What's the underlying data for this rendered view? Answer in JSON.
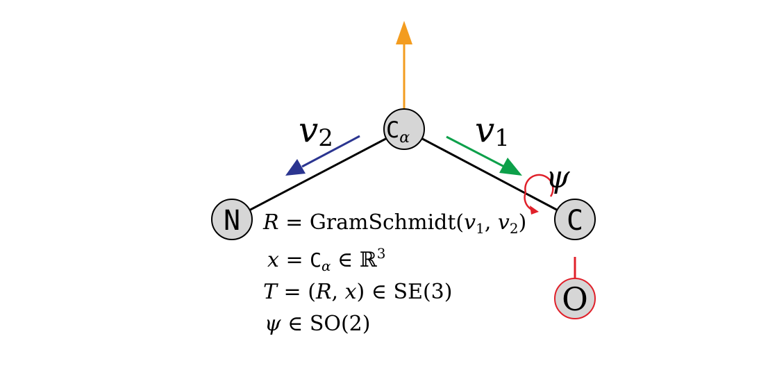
{
  "atoms": {
    "n": "N",
    "ca_main": "C",
    "ca_sub": "α",
    "c": "C",
    "o": "O"
  },
  "vectors": {
    "v1_main": "v",
    "v1_sub": "1",
    "v2_main": "v",
    "v2_sub": "2"
  },
  "torsion_label": "ψ",
  "equations": {
    "eq1": {
      "lhs": "R",
      "eq": " = ",
      "fn": "GramSchmidt(",
      "a": "v",
      "a_sub": "1",
      "sep": ", ",
      "b": "v",
      "b_sub": "2",
      "close": ")"
    },
    "eq2": {
      "lhs": "x",
      "eq": " = ",
      "ca": "C",
      "ca_sub": "α",
      "rel": " ∈ ",
      "set": "ℝ",
      "sup": "3"
    },
    "eq3": {
      "lhs": "T",
      "eq": " = (",
      "r": "R",
      "sep": ", ",
      "x": "x",
      "rel": ") ∈ ",
      "group": "SE(3)"
    },
    "eq4": {
      "lhs": "ψ",
      "rel": " ∈ ",
      "group": "SO(2)"
    }
  },
  "colors": {
    "orange": "#f39c1f",
    "green": "#0da04a",
    "blue": "#2b3590",
    "red": "#e0202a",
    "atom_fill": "#d6d6d6"
  }
}
